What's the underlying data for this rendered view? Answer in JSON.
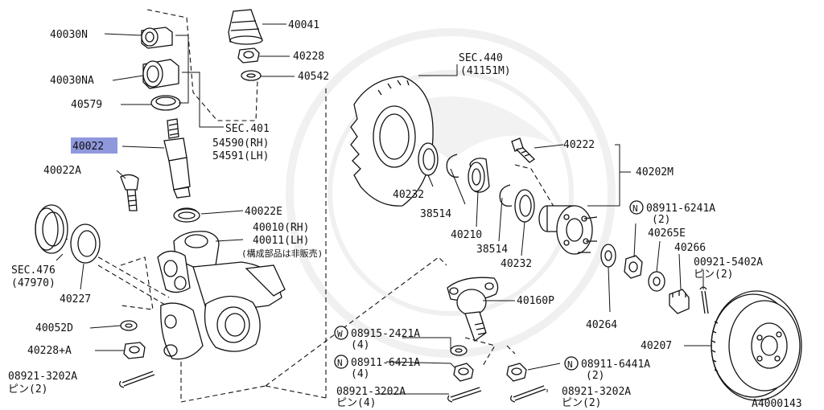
{
  "diagram_id": "A4000143",
  "highlight_color": "#7b86d6",
  "labels": {
    "p40030N": "40030N",
    "p40030NA": "40030NA",
    "p40579": "40579",
    "p40022": "40022",
    "p40022A": "40022A",
    "sec401": "SEC.401",
    "sec401_rh": "54590(RH)",
    "sec401_lh": "54591(LH)",
    "p40041": "40041",
    "p40228": "40228",
    "p40542": "40542",
    "sec440": "SEC.440",
    "sec440_sub": "(41151M)",
    "p40222": "40222",
    "p40202M": "40202M",
    "p40232a": "40232",
    "p38514a": "38514",
    "p40210": "40210",
    "p38514b": "38514",
    "p40232b": "40232",
    "p40022E": "40022E",
    "p40010": "40010(RH)",
    "p40011": "40011(LH)",
    "p40011_note": "(構成部品は非販売)",
    "sec476": "SEC.476",
    "sec476_sub": "(47970)",
    "p40227": "40227",
    "p40052D": "40052D",
    "p40228A": "40228+A",
    "p08921_3202A_a": "08921-3202A",
    "p08921_3202A_a_sub": "ピン(2)",
    "p40160P": "40160P",
    "w08915": "08915-2421A",
    "w08915_sub": "(4)",
    "n08911_6421A": "08911-6421A",
    "n08911_6421A_sub": "(4)",
    "p08921_3202A_b": "08921-3202A",
    "p08921_3202A_b_sub": "ピン(4)",
    "n08911_6241A": "08911-6241A",
    "n08911_6241A_sub": "(2)",
    "p40265E": "40265E",
    "p40266": "40266",
    "p00921_5402A": "00921-5402A",
    "p00921_5402A_sub": "ピン(2)",
    "p40264": "40264",
    "p40207": "40207",
    "n08911_6441A": "08911-6441A",
    "n08911_6441A_sub": "(2)",
    "p08921_3202A_c": "08921-3202A",
    "p08921_3202A_c_sub": "ピン(2)",
    "n_symbol": "N",
    "w_symbol": "W"
  }
}
